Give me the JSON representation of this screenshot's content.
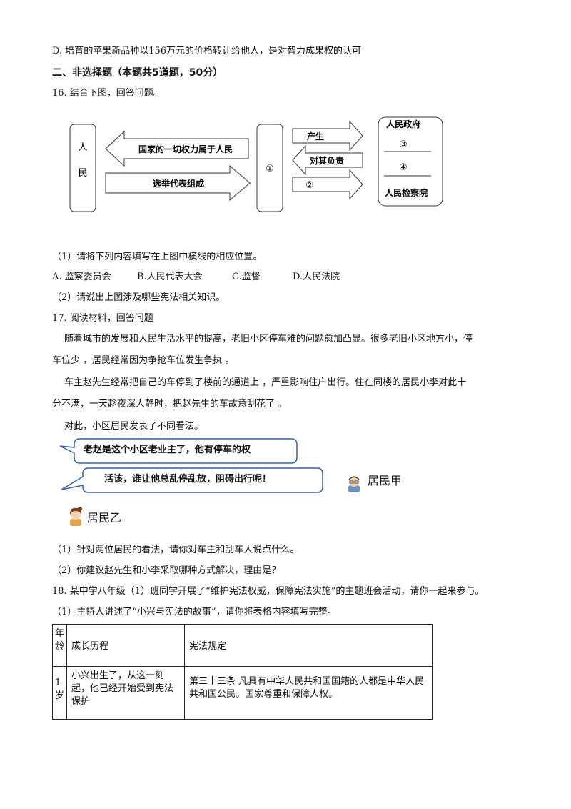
{
  "lines": {
    "optD": "D. 培育的苹果新品种以156万元的价格转让给他人，是对智力成果权的认可",
    "section2": "二、非选择题（本题共5道题，50分）",
    "q16": "16. 结合下图，回答问题。",
    "q16_1": "（1）请将下列内容填写在上图中横线的相应位置。",
    "q16_opts": [
      "A. 监察委员会",
      "B.人民代表大会",
      "C.监督",
      "D.人民法院"
    ],
    "q16_2": "（2）请说出上图涉及哪些宪法相关知识。",
    "q17": "17. 阅读材料，回答问题",
    "p1a": "随着城市的发展和人民生活水平的提高，老旧小区停车难的问题愈加凸显。很多老旧小区地方小，停",
    "p1b": "车位少 ，居民经常因为争抢车位发生争执 。",
    "p2a": "车主赵先生经常把自己的车停到了楼前的通道上 ，严重影响住户出行。住在同楼的居民小李对此十",
    "p2b": "分不满，一天趁夜深人静时，把赵先生的车故意刮花了 。",
    "p3": "对此，小区居民发表了不同看法。",
    "q17_1": "（1）针对两位居民的看法，请你对车主和刮车人说点什么。",
    "q17_2": "（2）你建议赵先生和小李采取哪种方式解决，理由是？",
    "q18": "18. 某中学八年级（1）班同学开展了“维护宪法权威，保障宪法实施”的主题班会活动，请你一起来参与。",
    "q18_1": "（1）主持人讲述了“小兴与宪法的故事”，请你将表格内容填写完整。"
  },
  "diagram": {
    "people": [
      "人",
      "民"
    ],
    "arrow_top": "国家的一切权力属于人民",
    "arrow_bottom": "选举代表组成",
    "center": "①",
    "arrow_r1": "产生",
    "arrow_r2": "对其负责",
    "arrow_r3": "②",
    "gov": "人民政府",
    "slot3": "③",
    "slot4": "④",
    "procuratorate": "人民检察院"
  },
  "bubbles": {
    "b1": "老赵是这个小区老业主了，他有停车的权",
    "b2": "活该，谁让他总乱停乱放，阻碍出行呢！",
    "residentA": "居民甲",
    "residentB": "居民乙"
  },
  "table": {
    "headers": [
      "年龄",
      "成长历程",
      "宪法规定"
    ],
    "rows": [
      [
        "1岁",
        "小兴出生了，从这一刻起，他已经开始受到宪法保护",
        "第三十三条 凡具有中华人民共和国国籍的人都是中华人民共和国公民。国家尊重和保障人权。"
      ]
    ]
  }
}
